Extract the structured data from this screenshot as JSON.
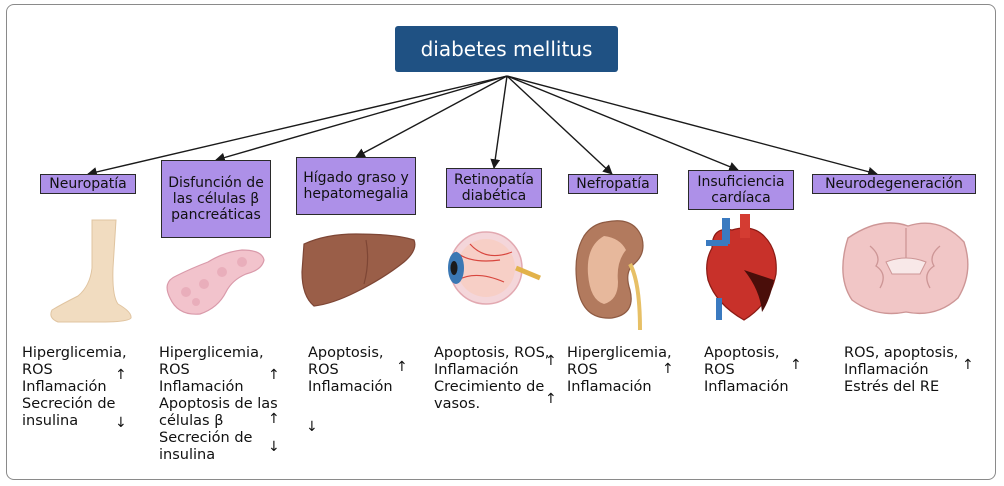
{
  "title": "diabetes mellitus",
  "colors": {
    "title_bg": "#1f5183",
    "label_bg": "#ad90e8",
    "line": "#1a1a1a"
  },
  "conditions": [
    {
      "label": "Neuropatía",
      "icon": "leg-foot-icon",
      "lines": [
        "Hiperglicemia,",
        "ROS",
        "Inflamación",
        "Secreción de",
        "insulina"
      ],
      "arrows": [
        "↑",
        "↓"
      ]
    },
    {
      "label": "Disfunción de las células β pancreáticas",
      "icon": "pancreas-icon",
      "lines": [
        "Hiperglicemia,",
        "ROS",
        "Inflamación",
        "Apoptosis de las",
        "células β",
        "Secreción de",
        "insulina"
      ],
      "arrows": [
        "↑",
        "↑",
        "↓"
      ]
    },
    {
      "label": "Hígado graso y hepatomegalia",
      "icon": "liver-icon",
      "lines": [
        "Apoptosis,",
        "ROS",
        "Inflamación"
      ],
      "arrows": [
        "↑",
        "↓"
      ]
    },
    {
      "label": "Retinopatía diabética",
      "icon": "eye-icon",
      "lines": [
        "Apoptosis, ROS,",
        "Inflamación",
        "Crecimiento de",
        "vasos."
      ],
      "arrows": [
        "↑",
        "↑"
      ]
    },
    {
      "label": "Nefropatía",
      "icon": "kidney-icon",
      "lines": [
        "Hiperglicemia,",
        "ROS",
        "Inflamación"
      ],
      "arrows": [
        "↑"
      ]
    },
    {
      "label": "Insuficiencia cardíaca",
      "icon": "heart-icon",
      "lines": [
        "Apoptosis,",
        "ROS",
        "Inflamación"
      ],
      "arrows": [
        "↑"
      ]
    },
    {
      "label": "Neurodegeneración",
      "icon": "brain-icon",
      "lines": [
        "ROS, apoptosis,",
        "Inflamación",
        "Estrés del RE"
      ],
      "arrows": [
        "↑"
      ]
    }
  ]
}
